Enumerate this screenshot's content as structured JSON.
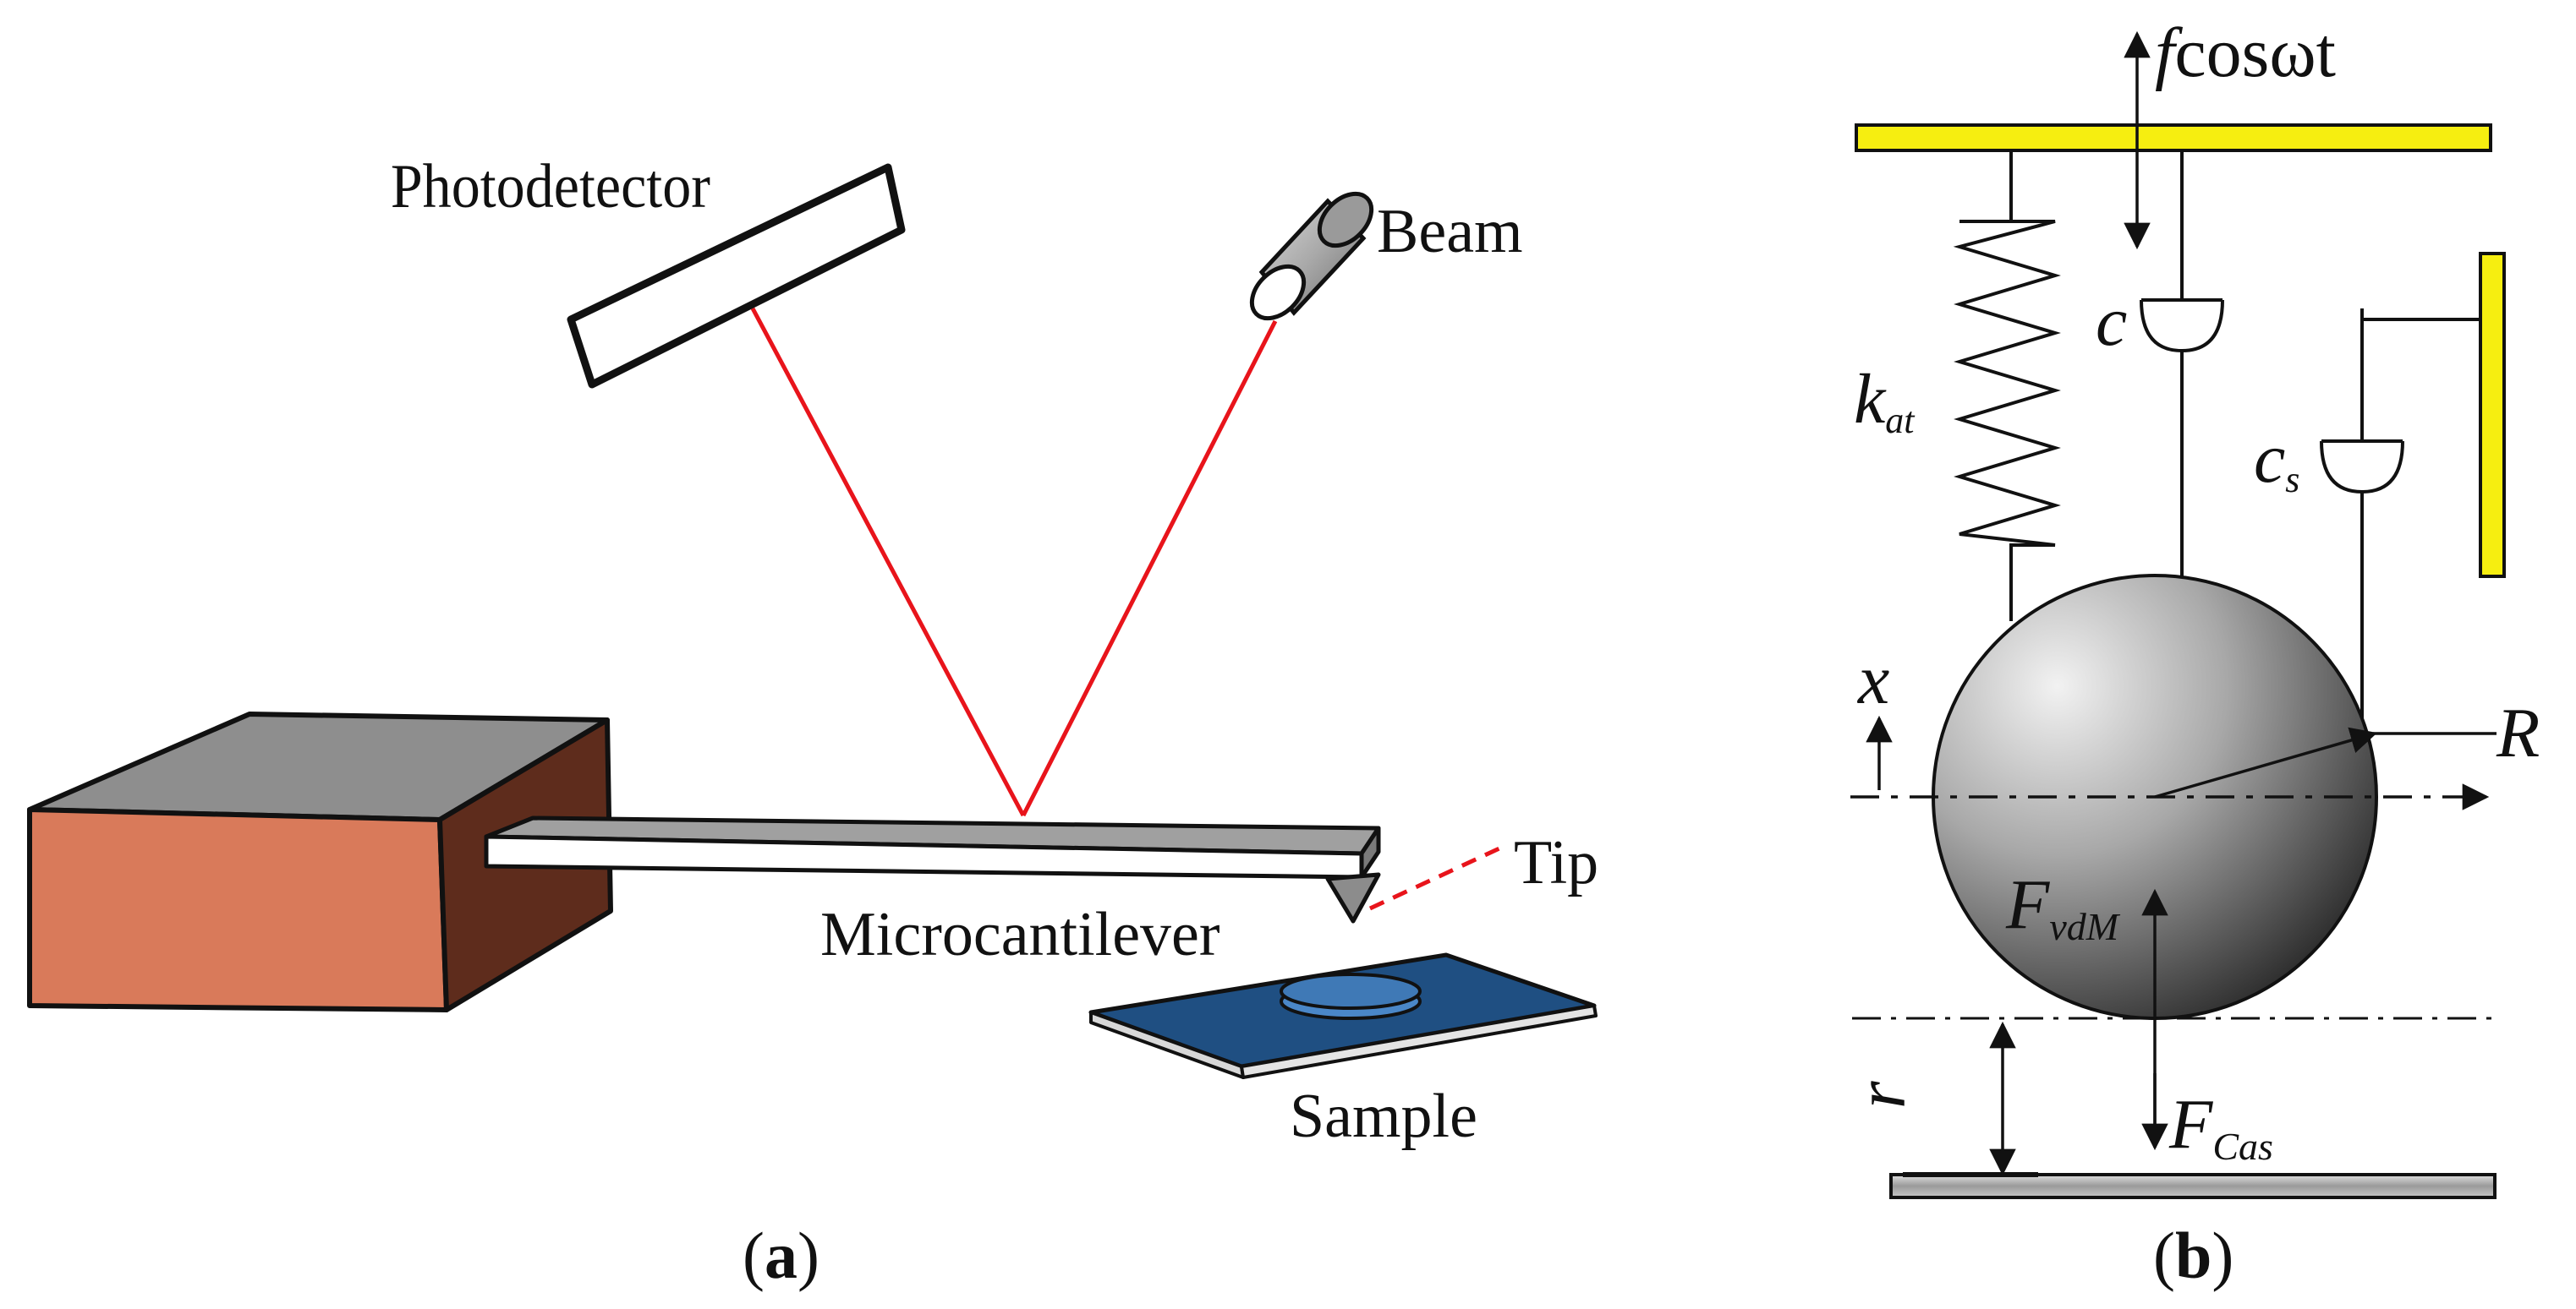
{
  "panel_a": {
    "caption_open": "(",
    "caption_letter": "a",
    "caption_close": ")",
    "labels": {
      "photodetector": "Photodetector",
      "beam": "Beam",
      "tip": "Tip",
      "microcantilever": "Microcantilever",
      "sample": "Sample"
    }
  },
  "panel_b": {
    "caption_open": "(",
    "caption_letter": "b",
    "caption_close": ")",
    "labels": {
      "excitation_f": "f",
      "excitation_rest": "cosωt",
      "damper_c": "c",
      "spring_k": "k",
      "spring_k_sub": "at",
      "damper_cs": "c",
      "damper_cs_sub": "s",
      "disp_x": "x",
      "radius_R": "R",
      "force_vdm": "F",
      "force_vdm_sub": "vdM",
      "gap_r": "r",
      "force_cas": "F",
      "force_cas_sub": "Cas"
    }
  },
  "colors": {
    "laser": "#e8141b",
    "base_front": "#d97a5a",
    "base_side": "#5e2c1c",
    "base_top": "#8e8e8e",
    "sample": "#1f4f82",
    "plate_yellow": "#f6ee10",
    "ground_plate": "#9a9a9a"
  }
}
